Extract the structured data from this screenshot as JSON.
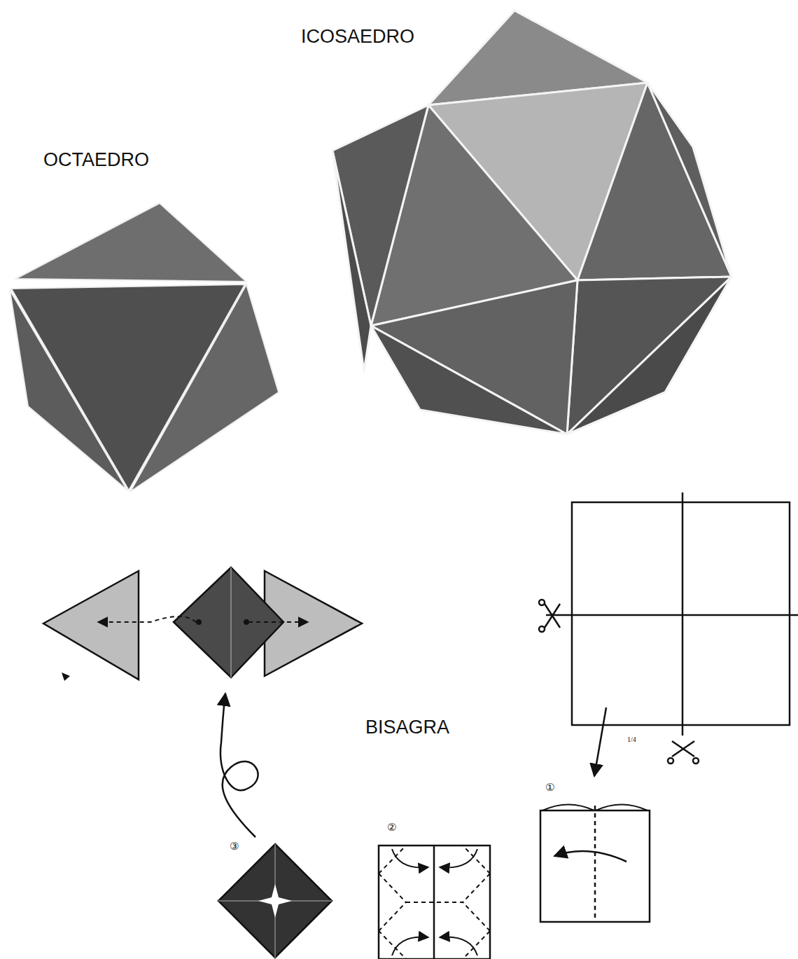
{
  "diagram": {
    "labels": [
      "ICOSAEDRO",
      "OCTAEDRO",
      "BISAGRA",
      "1/4",
      "①",
      "②",
      "③"
    ]
  }
}
